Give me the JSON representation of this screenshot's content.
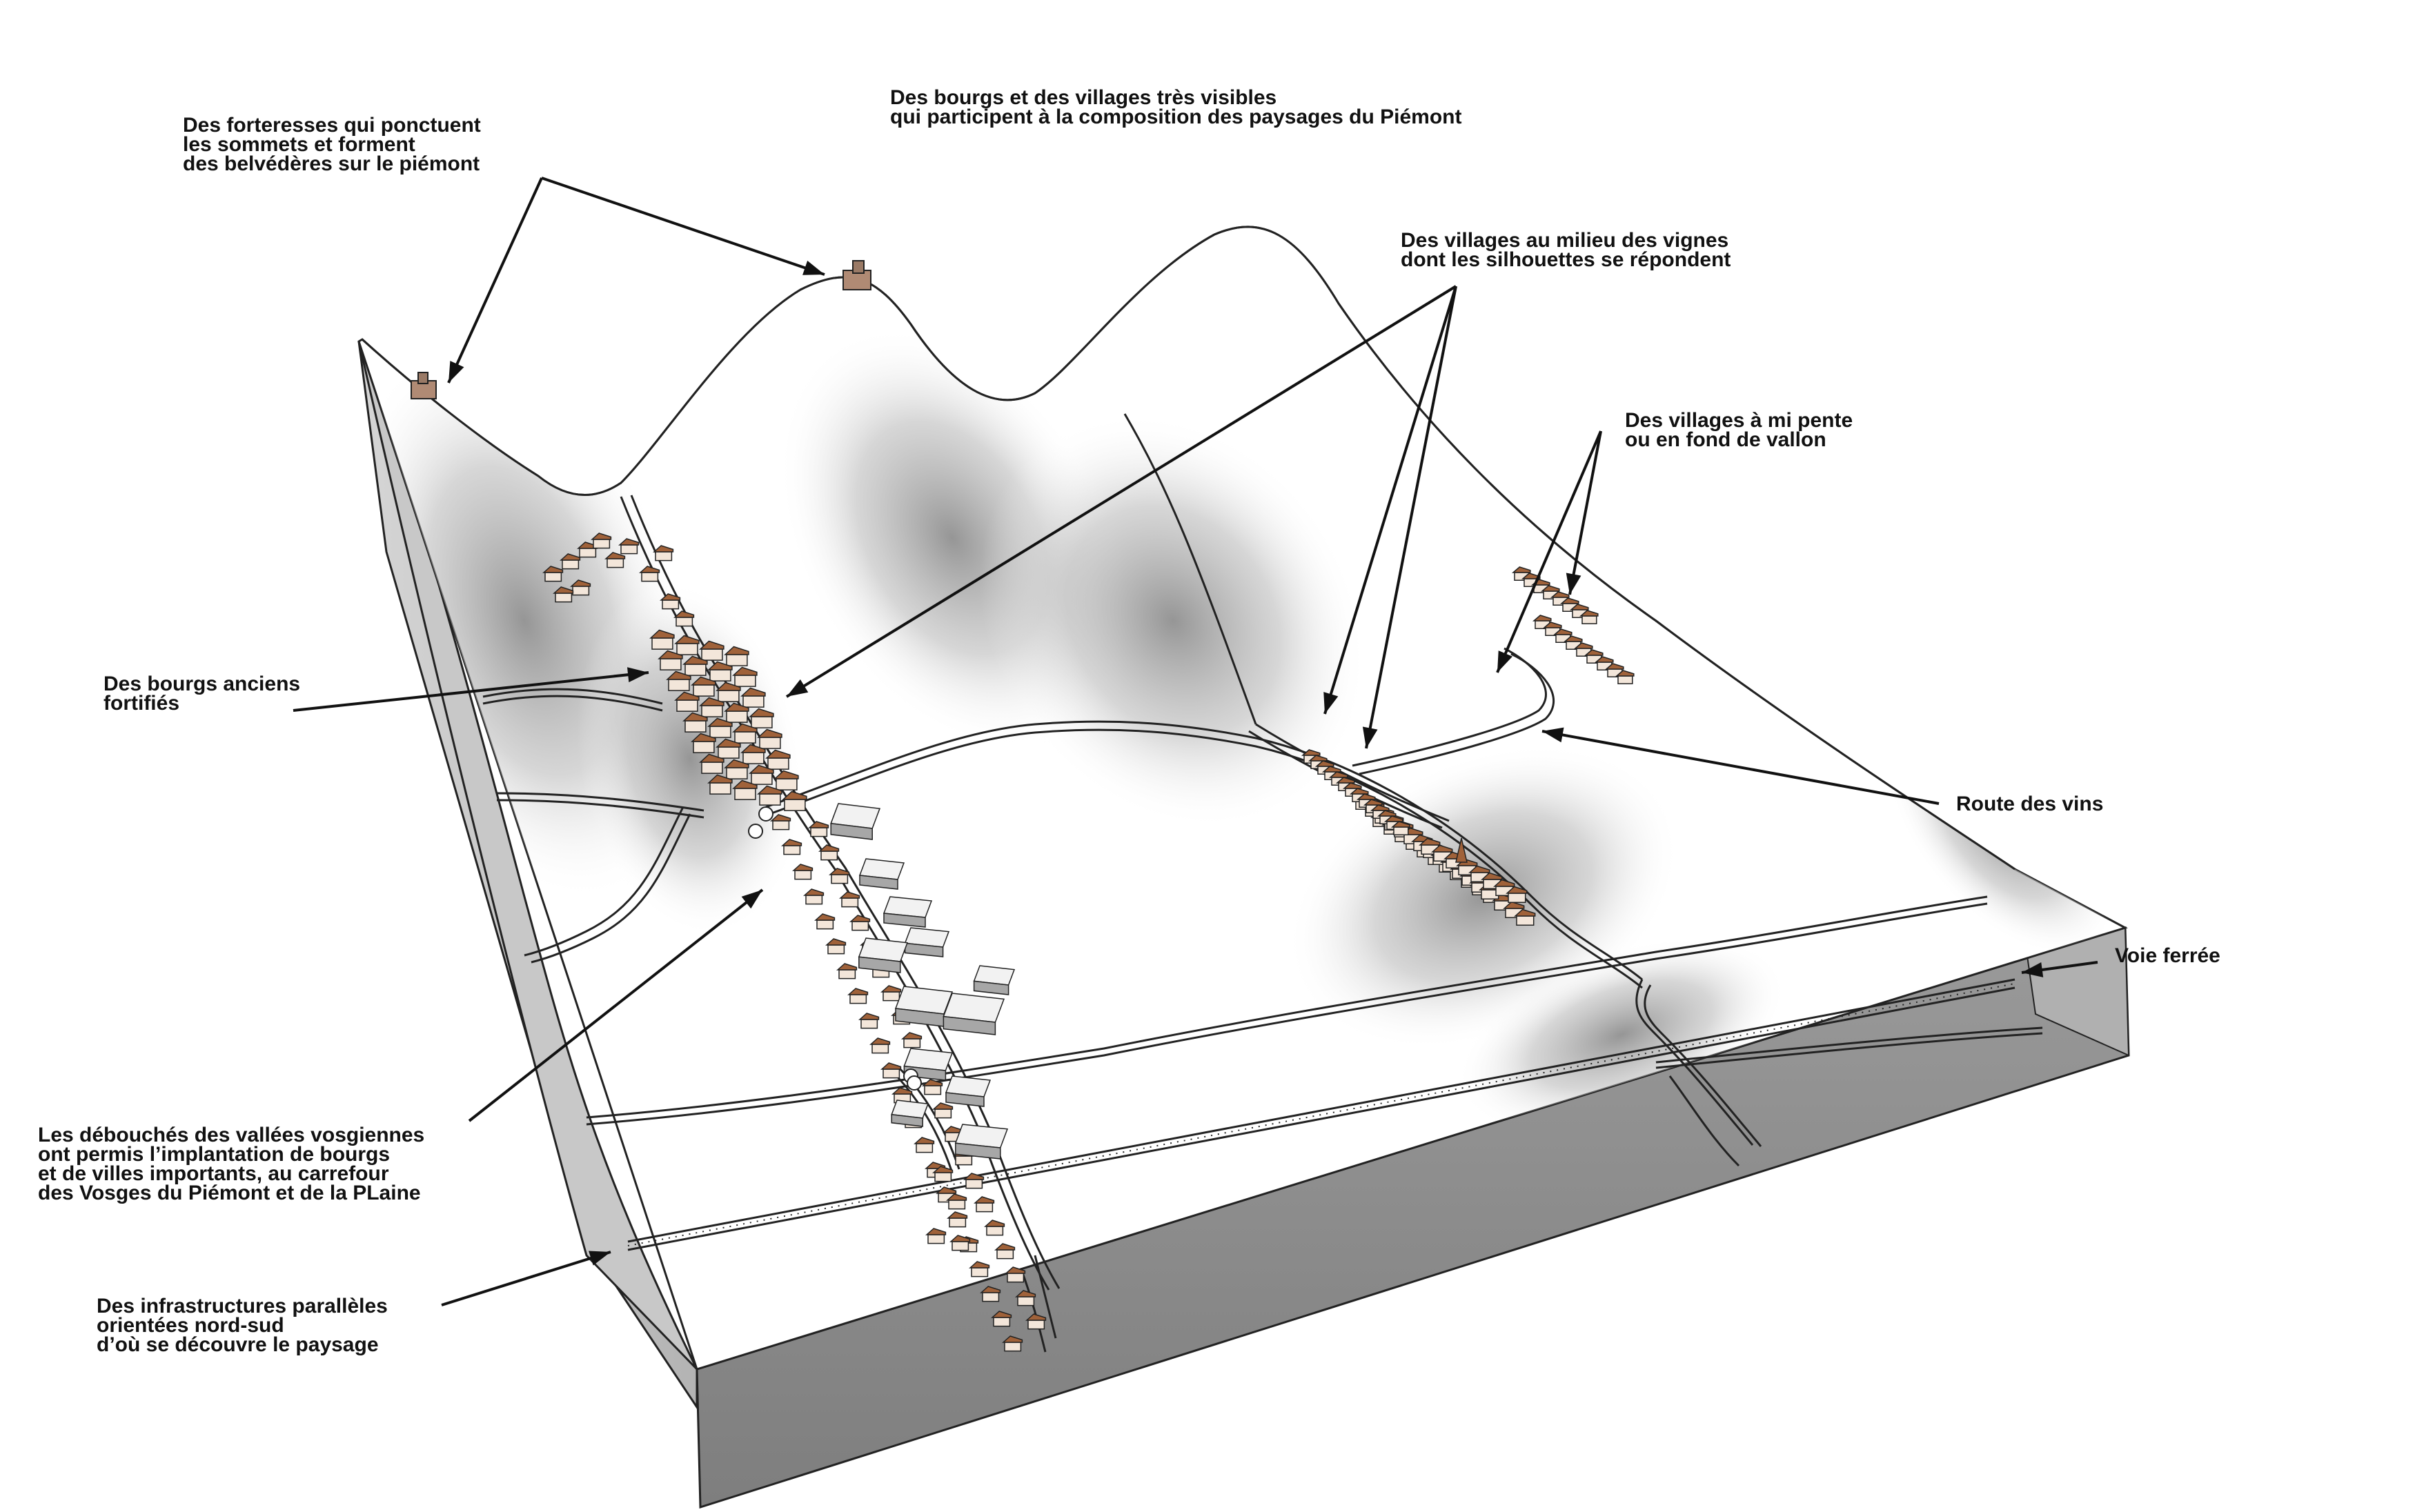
{
  "labels": {
    "forteresses": [
      "Des forteresses  qui ponctuent",
      "les sommets et forment",
      "des belvédères sur le piémont"
    ],
    "bourgs_villages": [
      "Des bourgs et des villages très visibles",
      "qui participent à la composition des paysages du Piémont"
    ],
    "villages_vignes": [
      "Des villages au milieu des vignes",
      "dont les silhouettes se répondent"
    ],
    "villages_mi_pente": [
      "Des villages à mi pente",
      "ou en fond de vallon"
    ],
    "bourgs_anciens": [
      "Des bourgs anciens",
      "fortifiés"
    ],
    "route_vins": [
      "Route des vins"
    ],
    "voie_ferree": [
      "Voie ferrée"
    ],
    "debouches": [
      "Les débouchés des vallées vosgiennes",
      "ont permis l’implantation de bourgs",
      "et de villes importants, au carrefour",
      "des Vosges du Piémont et de la PLaine"
    ],
    "infrastructures": [
      "Des infrastructures parallèles",
      "orientées nord-sud",
      "d’où se découvre le paysage"
    ]
  },
  "colors": {
    "roof": "#a0623a",
    "wall": "#f3e6da",
    "side_dark": "#8f8f8f",
    "side_mid": "#bdbdbd",
    "shade": "#9a9a9a",
    "line": "#222222"
  }
}
